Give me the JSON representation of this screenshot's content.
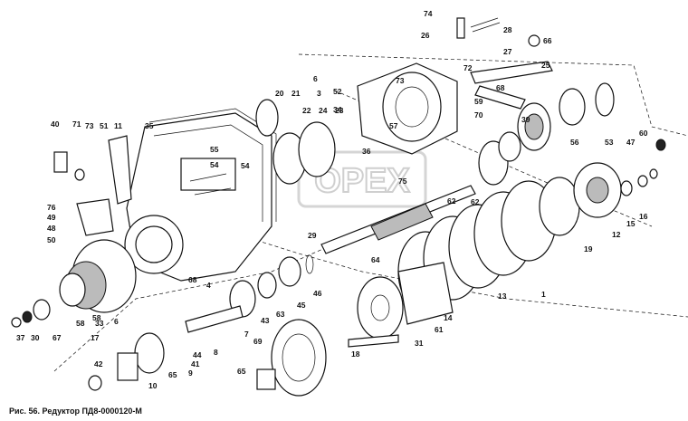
{
  "caption": "Рис. 56. Редуктор ПД8-0000120-М",
  "watermark": "OPEX",
  "labels": [
    "74",
    "26",
    "28",
    "66",
    "27",
    "72",
    "25",
    "6",
    "73",
    "36",
    "70",
    "59",
    "57",
    "68",
    "21",
    "20",
    "3",
    "52",
    "34",
    "22",
    "24",
    "23",
    "62",
    "39",
    "56",
    "60",
    "47",
    "53",
    "40",
    "71",
    "73",
    "51",
    "11",
    "35",
    "55",
    "54",
    "58",
    "76",
    "49",
    "48",
    "50",
    "62",
    "75",
    "54",
    "12",
    "15",
    "16",
    "19",
    "29",
    "64",
    "68",
    "4",
    "1",
    "46",
    "45",
    "43",
    "63",
    "13",
    "14",
    "65",
    "30",
    "67",
    "37",
    "58",
    "33",
    "6",
    "17",
    "61",
    "7",
    "69",
    "8",
    "44",
    "41",
    "9",
    "18",
    "31",
    "42",
    "10",
    "65"
  ]
}
